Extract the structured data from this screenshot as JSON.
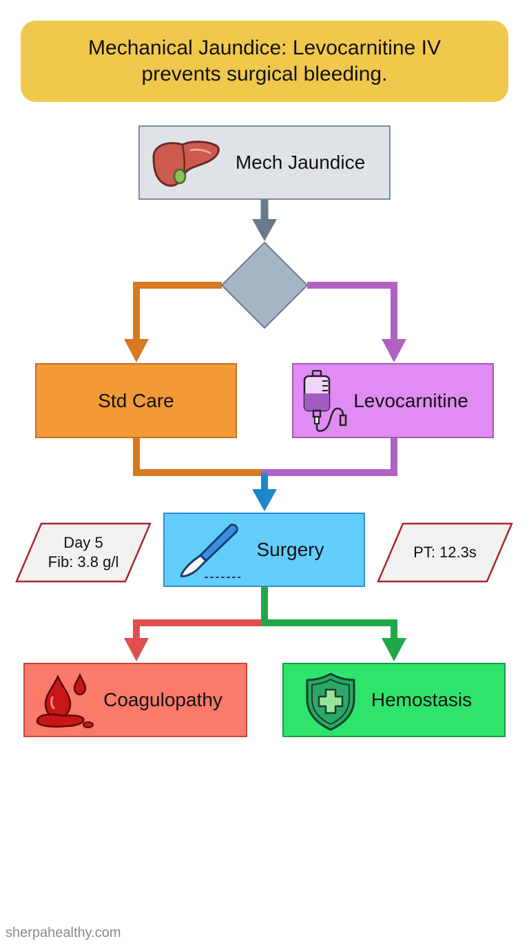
{
  "title": {
    "line1": "Mechanical Jaundice: Levocarnitine IV",
    "line2": "prevents surgical bleeding."
  },
  "nodes": {
    "start": {
      "label": "Mech Jaundice",
      "icon": "liver-icon"
    },
    "std_care": {
      "label": "Std Care"
    },
    "levocarnitine": {
      "label": "Levocarnitine",
      "icon": "iv-bag-icon"
    },
    "surgery": {
      "label": "Surgery",
      "icon": "scalpel-icon"
    },
    "coagulopathy": {
      "label": "Coagulopathy",
      "icon": "blood-drop-icon"
    },
    "hemostasis": {
      "label": "Hemostasis",
      "icon": "shield-cross-icon"
    }
  },
  "labs": {
    "left": {
      "line1": "Day 5",
      "line2": "Fib: 3.8 g/l"
    },
    "right": {
      "line1": "PT: 12.3s"
    }
  },
  "colors": {
    "banner": "#f0c84c",
    "start_fill": "#dfe3e7",
    "decision": "#a7b6c6",
    "std_care": "#f29a35",
    "std_care_line": "#d9781f",
    "levocarnitine": "#e18cf2",
    "levocarnitine_line": "#b061c4",
    "surgery": "#63cdfb",
    "surgery_line": "#1d88c8",
    "coagulopathy": "#fb7a6b",
    "coagulopathy_line": "#e04e4e",
    "hemostasis": "#2fe46c",
    "hemostasis_line": "#1fa84a",
    "lab_border": "#a8262b"
  },
  "footer": {
    "watermark": "sherpahealthy.com"
  }
}
